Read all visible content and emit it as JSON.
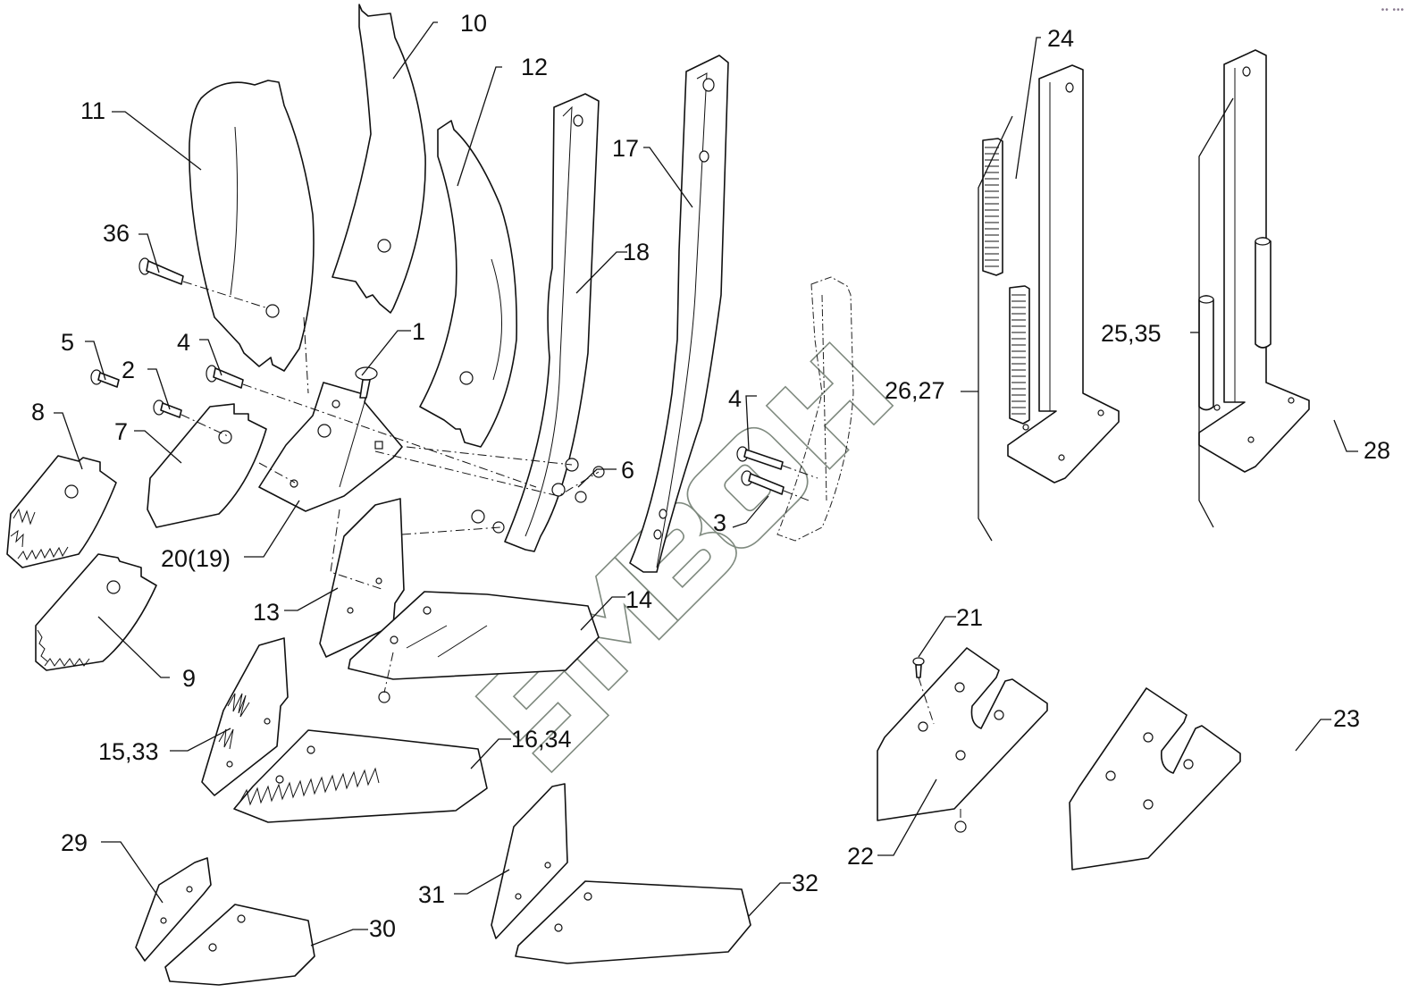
{
  "diagram": {
    "type": "exploded-parts-view",
    "subject": "cultivator tine / ripper shank with shares and points",
    "watermark_text": "SMBOH",
    "colors": {
      "line": "#111111",
      "background": "#ffffff",
      "watermark": "#7f8a7f"
    }
  },
  "callouts": [
    {
      "id": "c1",
      "text": "1"
    },
    {
      "id": "c2",
      "text": "2"
    },
    {
      "id": "c3",
      "text": "3"
    },
    {
      "id": "c4a",
      "text": "4"
    },
    {
      "id": "c4b",
      "text": "4"
    },
    {
      "id": "c5",
      "text": "5"
    },
    {
      "id": "c6",
      "text": "6"
    },
    {
      "id": "c7",
      "text": "7"
    },
    {
      "id": "c8",
      "text": "8"
    },
    {
      "id": "c9",
      "text": "9"
    },
    {
      "id": "c10",
      "text": "10"
    },
    {
      "id": "c11",
      "text": "11"
    },
    {
      "id": "c12",
      "text": "12"
    },
    {
      "id": "c13",
      "text": "13"
    },
    {
      "id": "c14",
      "text": "14"
    },
    {
      "id": "c15",
      "text": "15,33"
    },
    {
      "id": "c16",
      "text": "16,34"
    },
    {
      "id": "c17",
      "text": "17"
    },
    {
      "id": "c18",
      "text": "18"
    },
    {
      "id": "c20",
      "text": "20(19)"
    },
    {
      "id": "c21",
      "text": "21"
    },
    {
      "id": "c22",
      "text": "22"
    },
    {
      "id": "c23",
      "text": "23"
    },
    {
      "id": "c24",
      "text": "24"
    },
    {
      "id": "c25",
      "text": "25,35"
    },
    {
      "id": "c26",
      "text": "26,27"
    },
    {
      "id": "c28",
      "text": "28"
    },
    {
      "id": "c29",
      "text": "29"
    },
    {
      "id": "c30",
      "text": "30"
    },
    {
      "id": "c31",
      "text": "31"
    },
    {
      "id": "c32",
      "text": "32"
    },
    {
      "id": "c36",
      "text": "36"
    }
  ],
  "corner_mark": "•• •••"
}
